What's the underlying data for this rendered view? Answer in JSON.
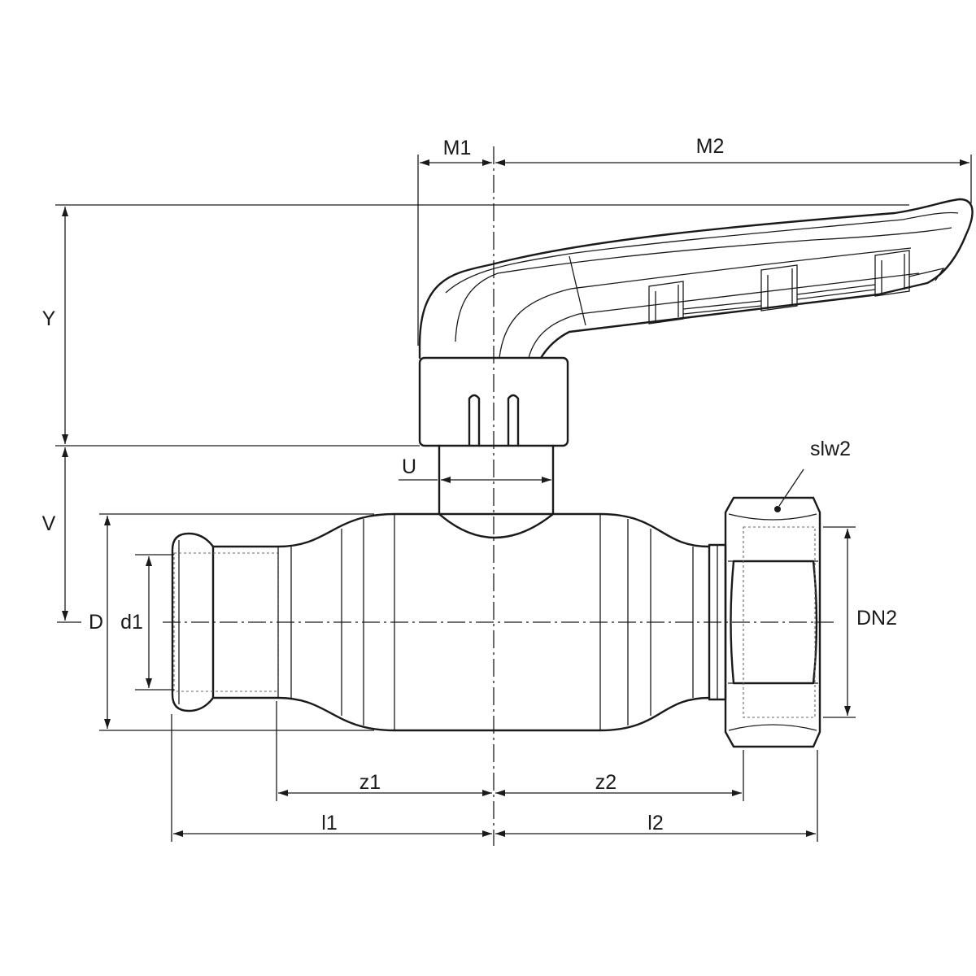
{
  "labels": {
    "M1": "M1",
    "M2": "M2",
    "Y": "Y",
    "V": "V",
    "U": "U",
    "D": "D",
    "d1": "d1",
    "DN2": "DN2",
    "slw2": "slw2",
    "z1": "z1",
    "z2": "z2",
    "l1": "l1",
    "l2": "l2"
  },
  "colors": {
    "stroke": "#1a1a1a",
    "background": "#ffffff"
  }
}
